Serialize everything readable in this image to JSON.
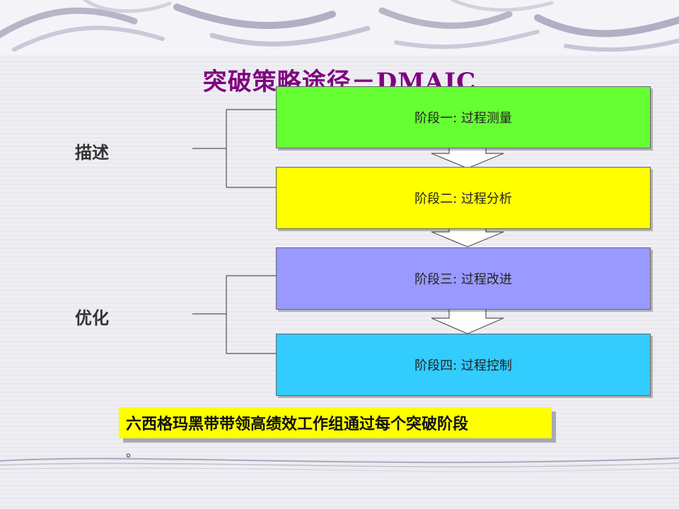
{
  "title": "突破策略途径－DMAIC",
  "side_labels": {
    "describe": "描述",
    "optimize": "优化"
  },
  "stages": [
    {
      "label": "阶段一: 过程测量",
      "color": "#66ff33"
    },
    {
      "label": "阶段二: 过程分析",
      "color": "#ffff00"
    },
    {
      "label": "阶段三: 过程改进",
      "color": "#9999ff"
    },
    {
      "label": "阶段四: 过程控制",
      "color": "#33ccff"
    }
  ],
  "caption": {
    "text": "六西格玛黑带带领高绩效工作组通过每个突破阶段",
    "tail": "。"
  },
  "colors": {
    "title": "#800080",
    "caption_bg": "#ffff00",
    "background": "#eeeef3"
  }
}
